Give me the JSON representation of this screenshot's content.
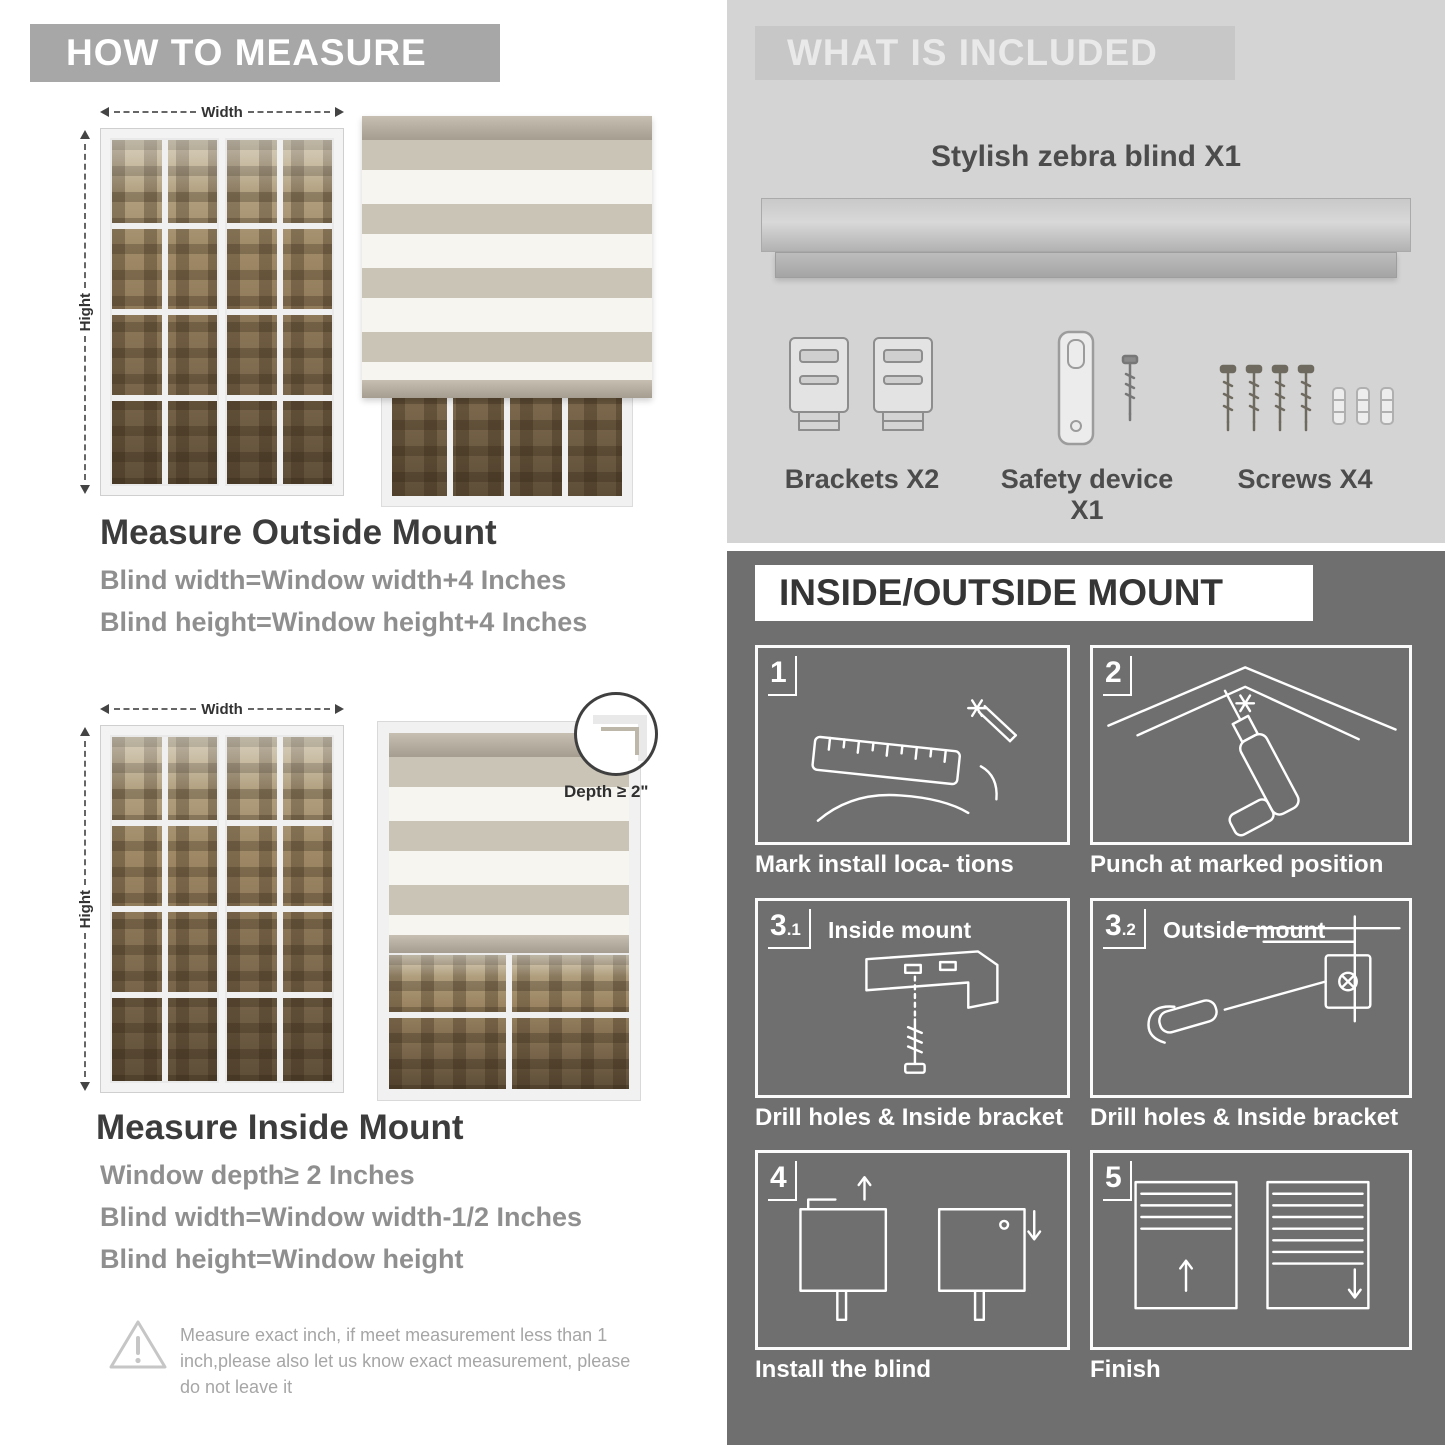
{
  "colors": {
    "banner_gray": "#a7a7a7",
    "included_bg": "#d4d4d4",
    "mount_bg": "#6f6f6f",
    "stripe_tan": "#cac4b6",
    "stripe_sheer": "#f7f5f0",
    "headrail": "#b3ab9e"
  },
  "measure": {
    "header": "HOW TO MEASURE",
    "width_label": "Width",
    "height_label": "Hight",
    "outside": {
      "title": "Measure Outside Mount",
      "lines": [
        "Blind width=Window width+4 Inches",
        "Blind height=Window height+4 Inches"
      ]
    },
    "inside": {
      "title": "Measure Inside Mount",
      "depth_callout": "Depth ≥ 2\"",
      "lines": [
        "Window depth≥ 2 Inches",
        "Blind width=Window width-1/2 Inches",
        "Blind height=Window height"
      ]
    },
    "warning_text": "Measure exact inch, if meet measurement less than 1 inch,please also let us know exact measurement, please do not leave it"
  },
  "included": {
    "header": "WHAT IS INCLUDED",
    "blind_label": "Stylish zebra blind X1",
    "items": [
      {
        "label": "Brackets X2"
      },
      {
        "label": "Safety device X1"
      },
      {
        "label": "Screws X4"
      }
    ]
  },
  "mount": {
    "header": "INSIDE/OUTSIDE MOUNT",
    "steps": [
      {
        "num": "1",
        "sub": "",
        "title": "",
        "caption": "Mark install loca- tions"
      },
      {
        "num": "2",
        "sub": "",
        "title": "",
        "caption": "Punch at  marked position"
      },
      {
        "num": "3",
        "sub": ".1",
        "title": "Inside mount",
        "caption": "Drill holes &  Inside bracket"
      },
      {
        "num": "3",
        "sub": ".2",
        "title": "Outside mount",
        "caption": "Drill holes &  Inside bracket"
      },
      {
        "num": "4",
        "sub": "",
        "title": "",
        "caption": "Install the blind"
      },
      {
        "num": "5",
        "sub": "",
        "title": "",
        "caption": "Finish"
      }
    ]
  }
}
